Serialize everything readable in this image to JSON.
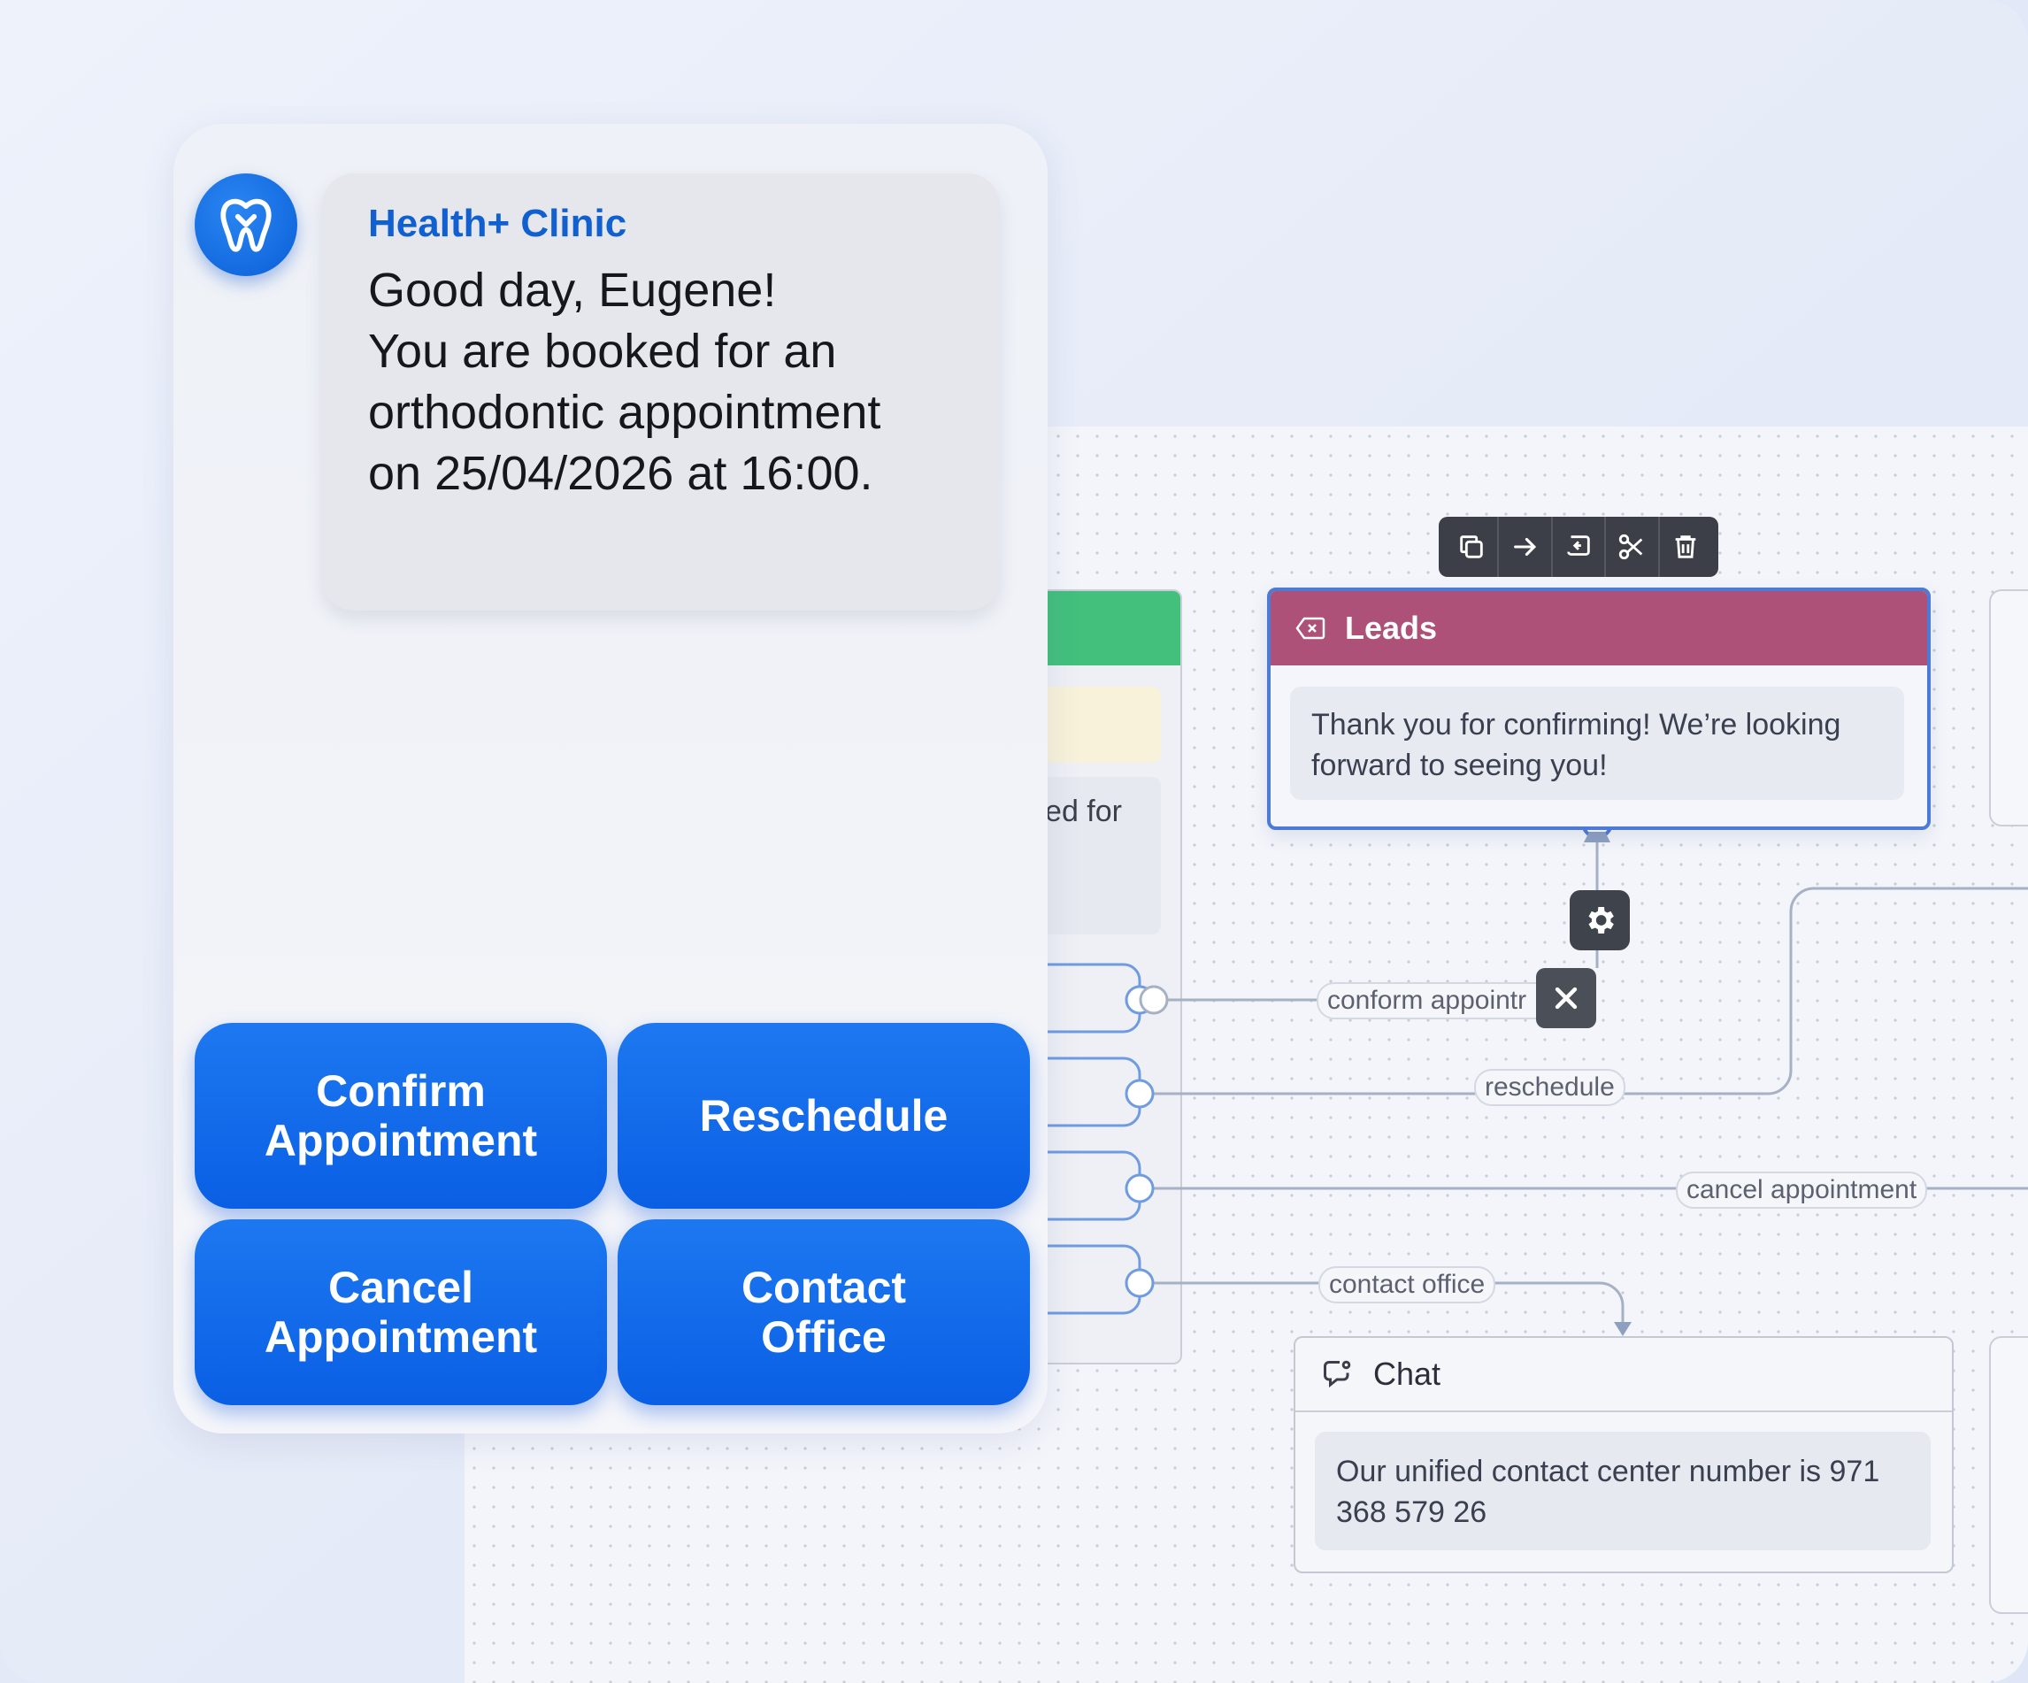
{
  "message": {
    "sender": "Health+ Clinic",
    "lines": [
      "Good day, Eugene!",
      "You are booked for an",
      "orthodontic appointment",
      "on 25/04/2026 at 16:00."
    ]
  },
  "quick_replies": [
    {
      "label_line1": "Confirm",
      "label_line2": "Appointment"
    },
    {
      "label_line1": "Reschedule",
      "label_line2": ""
    },
    {
      "label_line1": "Cancel",
      "label_line2": "Appointment"
    },
    {
      "label_line1": "Contact",
      "label_line2": "Office"
    }
  ],
  "background_node": {
    "message_fragment": "ed for"
  },
  "leads_node": {
    "title": "Leads",
    "message": "Thank you for confirming! We’re looking forward to seeing you!",
    "header_color": "#ad5179"
  },
  "chat_node": {
    "title": "Chat",
    "message": "Our unified contact center number is 971 368 579 26"
  },
  "edges": {
    "confirm": "conform appointr",
    "reschedule": "reschedule",
    "cancel": "cancel appointment",
    "contact": "contact office"
  },
  "toolbar_icons": [
    "copy-icon",
    "arrow-right-icon",
    "reply-icon",
    "scissors-icon",
    "trash-icon"
  ],
  "colors": {
    "brand_blue": "#0a5fe4",
    "selected_border": "#4d7ad6",
    "start_green": "#42c07c"
  }
}
